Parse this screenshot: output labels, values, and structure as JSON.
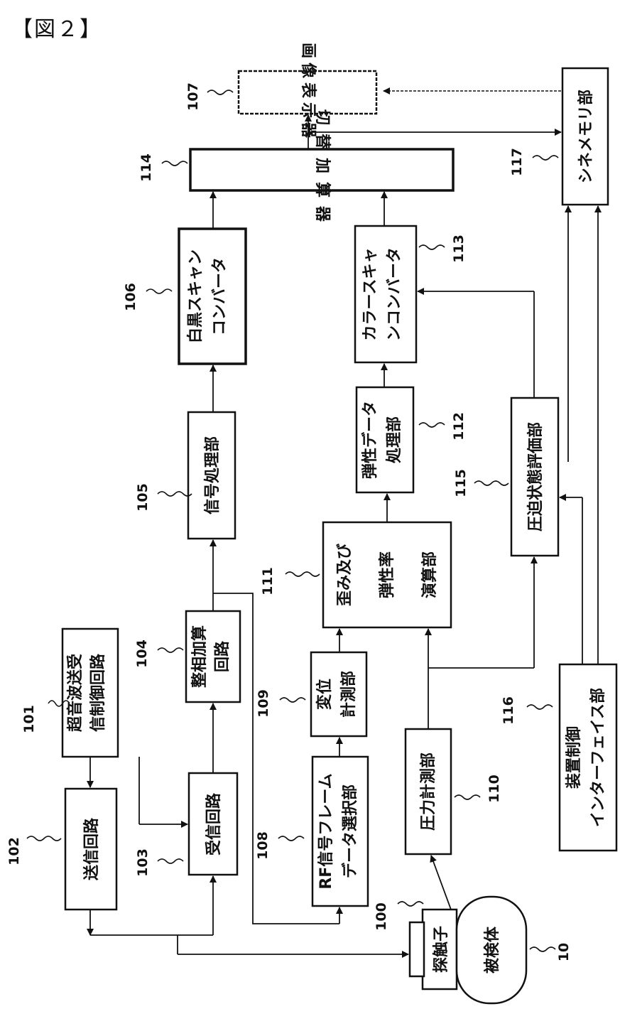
{
  "figure_label": "【図２】",
  "blocks": {
    "b101": {
      "number": "101",
      "line1": "超音波送受",
      "line2": "信制御回路"
    },
    "b102": {
      "number": "102",
      "line1": "送信回路"
    },
    "b103": {
      "number": "103",
      "line1": "受信回路"
    },
    "b104": {
      "number": "104",
      "line1": "整相加算",
      "line2": "回路"
    },
    "b105": {
      "number": "105",
      "line1": "信号処理部"
    },
    "b106": {
      "number": "106",
      "line1": "白黒スキャン",
      "line2": "コンバータ"
    },
    "b107": {
      "number": "107",
      "line1": "画像表示器"
    },
    "b108": {
      "number": "108",
      "line1": "RF信号フレーム",
      "line2": "データ選択部"
    },
    "b109": {
      "number": "109",
      "line1": "変位",
      "line2": "計測部"
    },
    "b110": {
      "number": "110",
      "line1": "圧力計測部"
    },
    "b111": {
      "number": "111",
      "line1": "歪み及び",
      "line2": "弾性率",
      "line3": "演算部"
    },
    "b112": {
      "number": "112",
      "line1": "弾性データ",
      "line2": "処理部"
    },
    "b113": {
      "number": "113",
      "line1": "カラースキャ",
      "line2": "ンコンバータ"
    },
    "b114": {
      "number": "114",
      "line1": "切替加算器"
    },
    "b115": {
      "number": "115",
      "line1": "圧迫状態評価部"
    },
    "b116": {
      "number": "116",
      "line1": "装置制御",
      "line2": "インターフェイス部"
    },
    "b117": {
      "number": "117",
      "line1": "シネメモリ部"
    },
    "probe": {
      "number": "100",
      "line1": "探触子"
    },
    "subject": {
      "number": "10",
      "line1": "被検体"
    }
  }
}
